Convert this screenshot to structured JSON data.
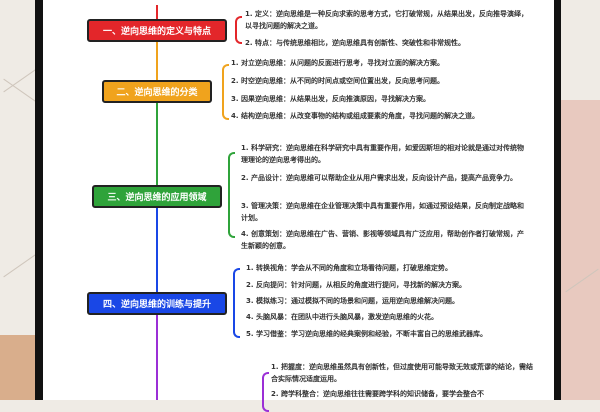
{
  "colors": {
    "red": "#e3262a",
    "orange": "#f0a31d",
    "green": "#2fa33a",
    "blue": "#1947e6",
    "purple": "#9b2fd6"
  },
  "sections": [
    {
      "title": "一、逆向思维的定义与特点",
      "items": [
        "1. 定义：逆向思维是一种反向求索的思考方式，它打破常规，从结果出发，反向推导演绎，以寻找问题的解决之道。",
        "2. 特点：与传统思维相比，逆向思维具有创新性、突破性和非常规性。"
      ]
    },
    {
      "title": "二、逆向思维的分类",
      "items": [
        "1. 对立逆向思维：从问题的反面进行思考，寻找对立面的解决方案。",
        "2. 时空逆向思维：从不同的时间点或空间位置出发，反向思考问题。",
        "3. 因果逆向思维：从结果出发，反向推演原因，寻找解决方案。",
        "4. 结构逆向思维：从改变事物的结构或组成要素的角度，寻找问题的解决之道。"
      ]
    },
    {
      "title": "三、逆向思维的应用领域",
      "items": [
        "1. 科学研究：逆向思维在科学研究中具有重要作用，如爱因斯坦的相对论就是通过对传统物理理论的逆向思考得出的。",
        "2. 产品设计：逆向思维可以帮助企业从用户需求出发，反向设计产品，提高产品竞争力。",
        "3. 管理决策：逆向思维在企业管理决策中具有重要作用，如通过预设结果，反向制定战略和计划。",
        "4. 创意策划：逆向思维在广告、营销、影视等领域具有广泛应用，帮助创作者打破常规，产生新颖的创意。"
      ]
    },
    {
      "title": "四、逆向思维的训练与提升",
      "items": [
        "1. 转换视角：学会从不同的角度和立场看待问题，打破思维定势。",
        "2. 反向提问：针对问题，从相反的角度进行提问，寻找新的解决方案。",
        "3. 模拟练习：通过模拟不同的场景和问题，运用逆向思维解决问题。",
        "4. 头脑风暴：在团队中进行头脑风暴，激发逆向思维的火花。",
        "5. 学习借鉴：学习逆向思维的经典案例和经验，不断丰富自己的思维武器库。"
      ]
    },
    {
      "title": "",
      "items": [
        "1. 把握度：逆向思维虽然具有创新性，但过度使用可能导致无效或荒谬的结论，需结合实际情况适度运用。",
        "2. 跨学科整合：逆向思维往往需要跨学科的知识储备，要学会整合不"
      ]
    }
  ]
}
